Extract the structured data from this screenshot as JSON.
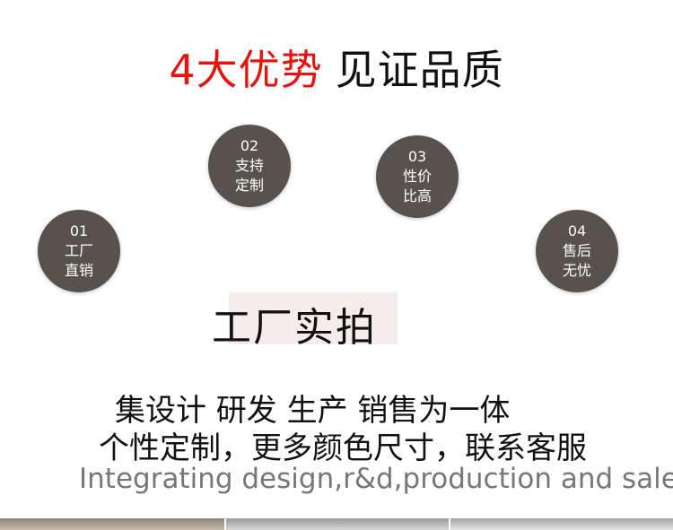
{
  "headline": {
    "accent": "4大优势",
    "dark": "见证品质"
  },
  "circles": [
    {
      "num": "01",
      "line1": "工厂",
      "line2": "直销"
    },
    {
      "num": "02",
      "line1": "支持",
      "line2": "定制"
    },
    {
      "num": "03",
      "line1": "性价",
      "line2": "比高"
    },
    {
      "num": "04",
      "line1": "售后",
      "line2": "无忧"
    }
  ],
  "factory_title": "工厂实拍",
  "text": {
    "line1": "集设计 研发 生产 销售为一体",
    "line2": "个性定制，更多颜色尺寸，联系客服",
    "line3": "Integrating design,r&d,production and sales"
  }
}
